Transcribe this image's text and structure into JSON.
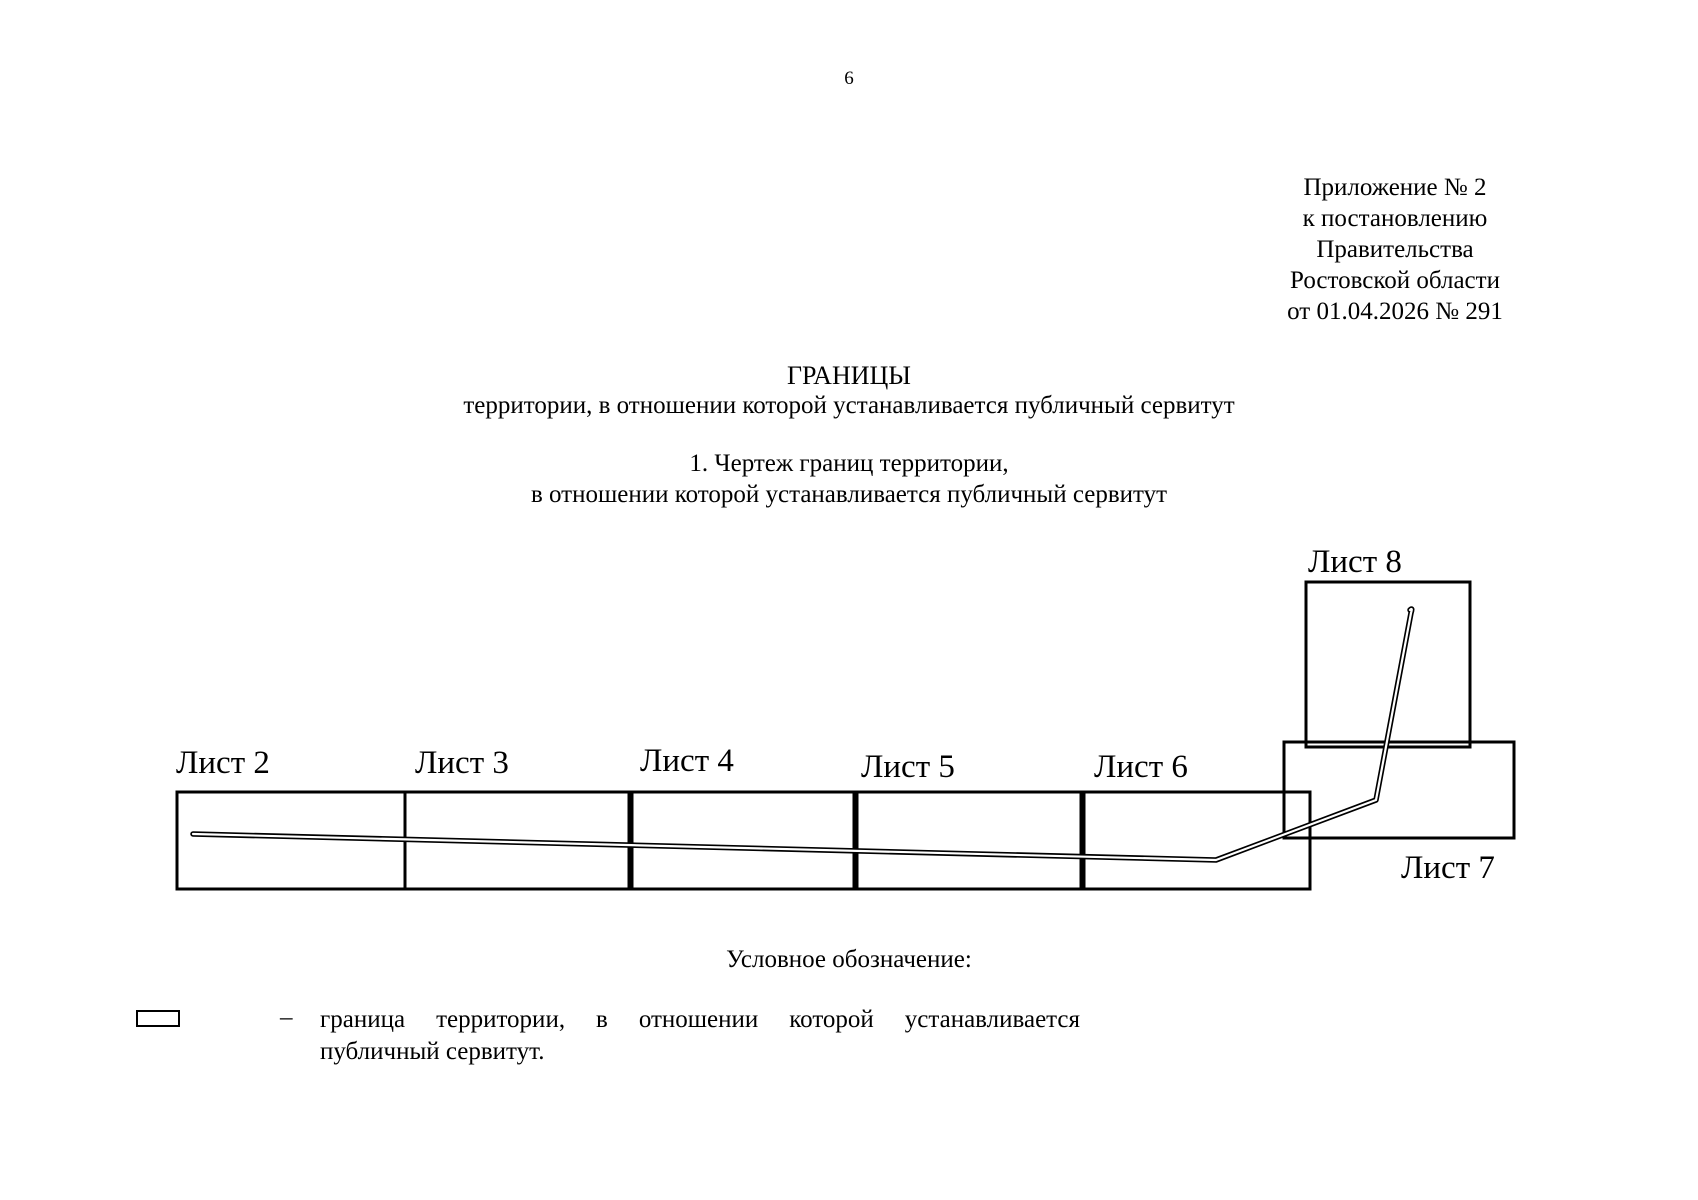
{
  "page_number": "6",
  "appendix": {
    "lines": [
      "Приложение № 2",
      "к постановлению",
      "Правительства",
      "Ростовской области",
      "от 01.04.2026 № 291"
    ]
  },
  "title": "ГРАНИЦЫ",
  "subtitle": "территории, в отношении которой устанавливается публичный сервитут",
  "section": {
    "line1": "1. Чертеж границ территории,",
    "line2": "в отношении которой устанавливается публичный сервитут"
  },
  "drawing": {
    "sheets": [
      "Лист 2",
      "Лист 3",
      "Лист 4",
      "Лист 5",
      "Лист 6",
      "Лист 7",
      "Лист 8"
    ]
  },
  "legend": {
    "title": "Условное обозначение:",
    "dash": "–",
    "text_line1": "граница территории, в отношении которой устанавливается",
    "text_line2": "публичный сервитут."
  }
}
